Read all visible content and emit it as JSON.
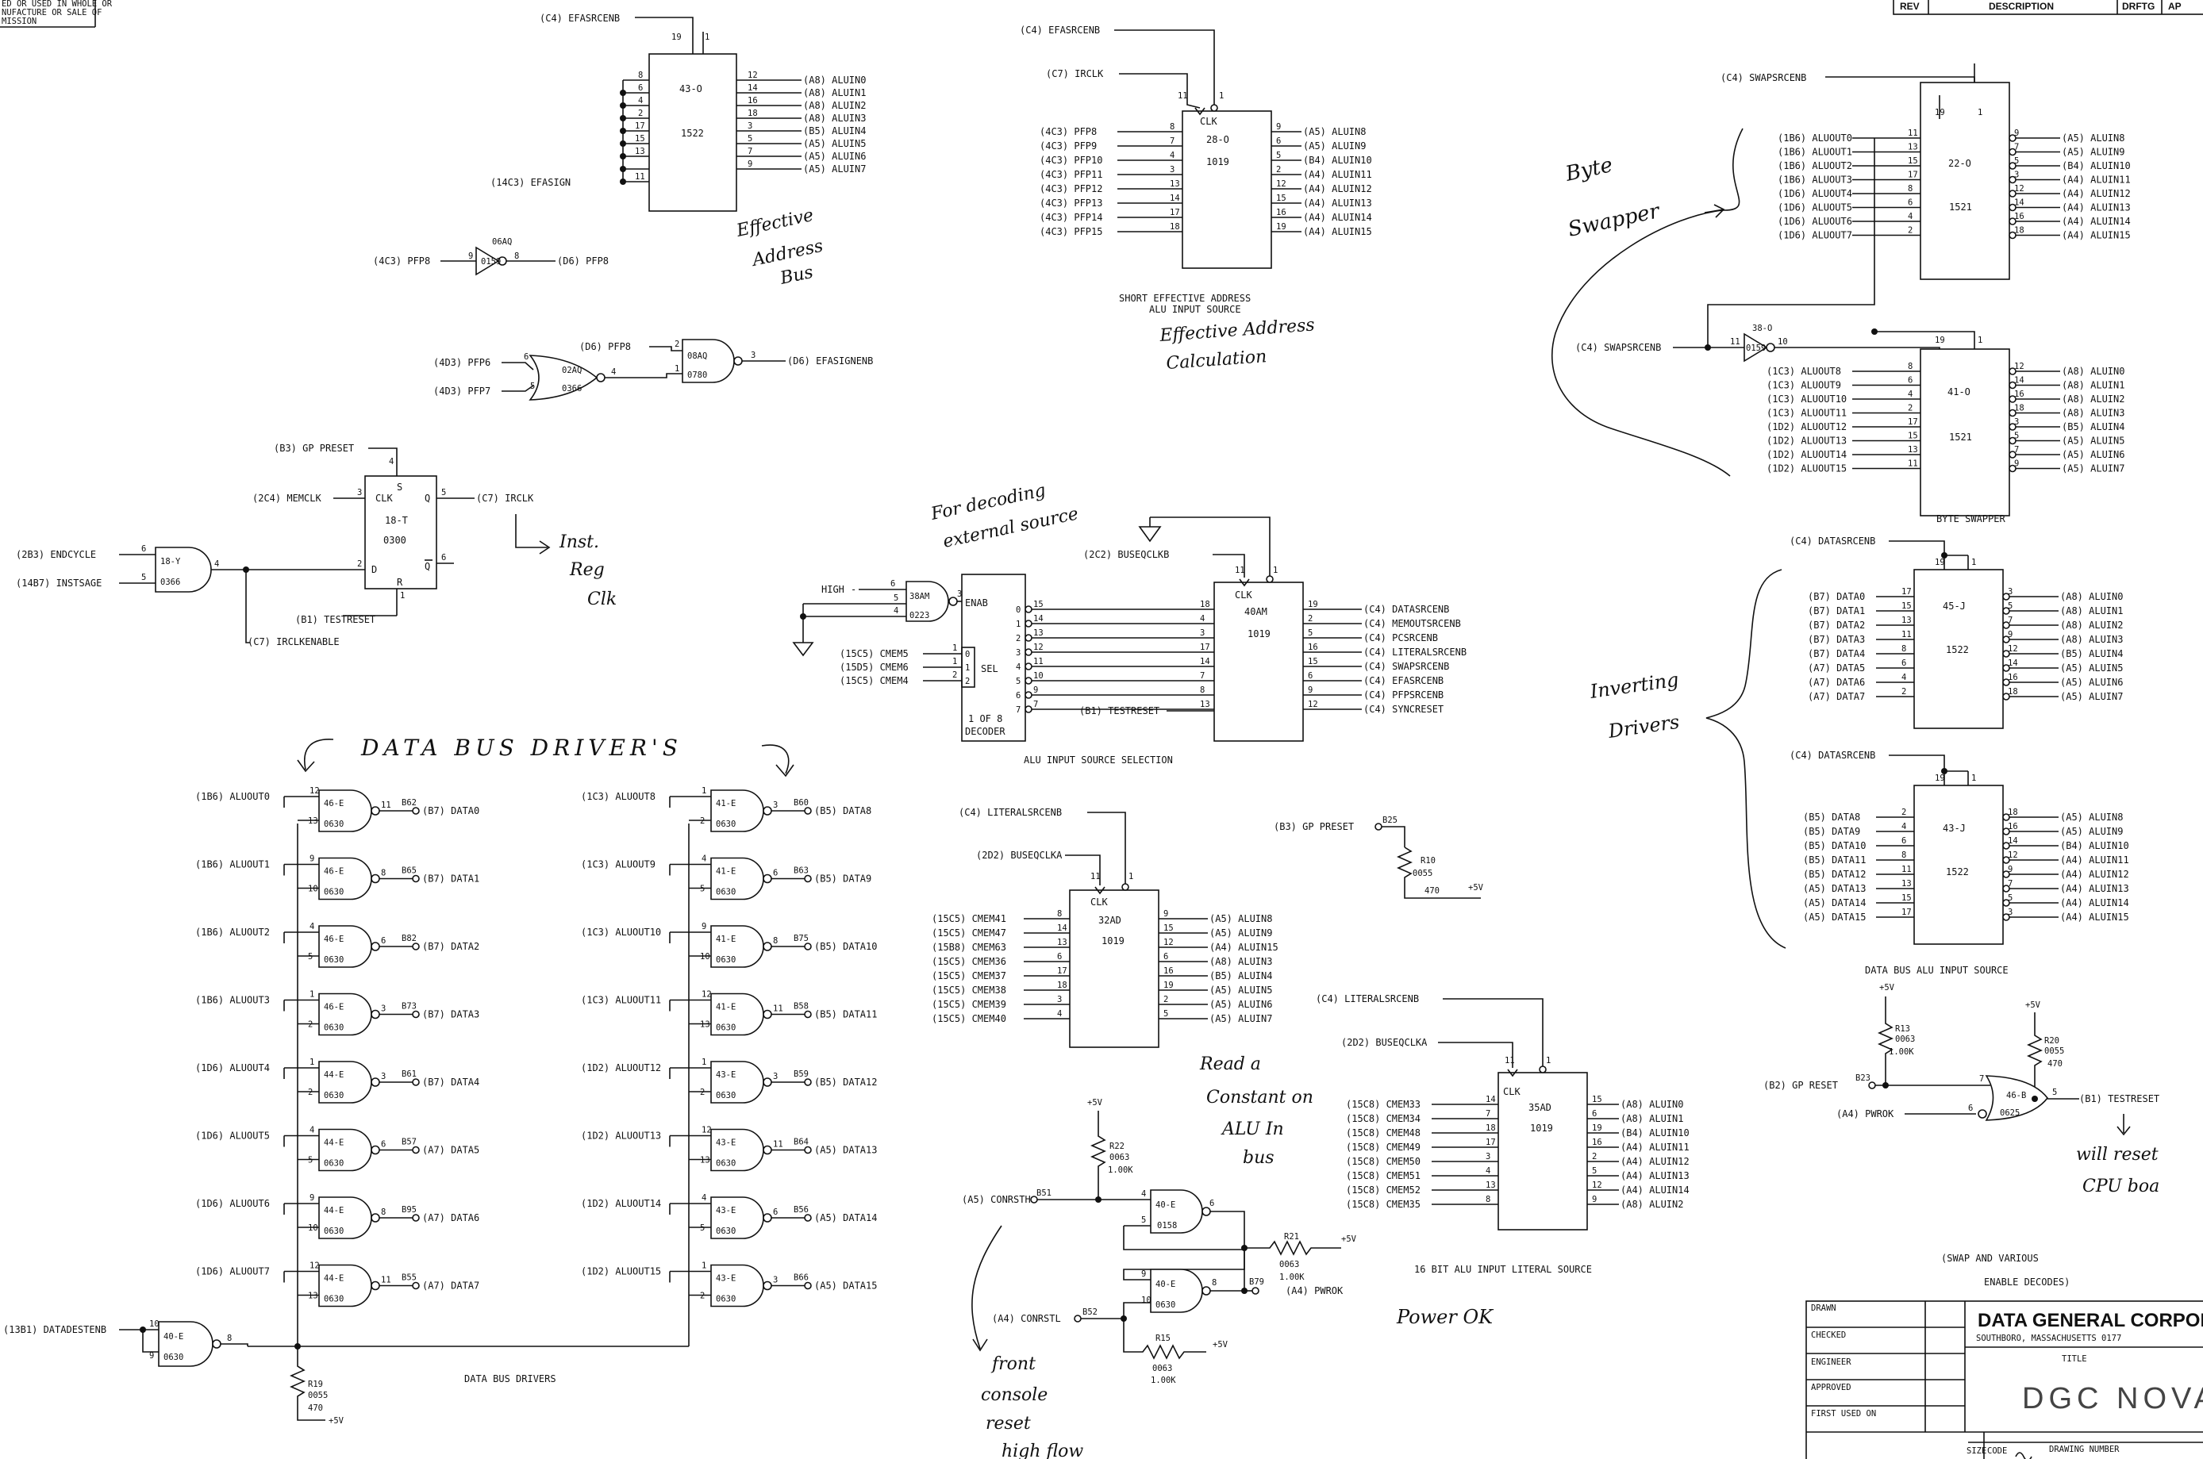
{
  "notice": [
    "ED OR USED IN WHOLE OR",
    "NUFACTURE OR SALE OF",
    "MISSION"
  ],
  "revision_block": {
    "rev": "REV",
    "description": "DESCRIPTION",
    "drftg": "DRFTG",
    "appr": "AP"
  },
  "title_block": {
    "drawn": "DRAWN",
    "checked": "CHECKED",
    "engineer": "ENGINEER",
    "approved": "APPROVED",
    "first_used_on": "FIRST USED ON",
    "company": "DATA GENERAL CORPORA",
    "address": "SOUTHBORO, MASSACHUSETTS 0177",
    "title_label": "TITLE",
    "title": "DGC NOVA",
    "size": "SIZE",
    "code": "CODE",
    "drawing_number": "DRAWING NUMBER"
  },
  "sheet_subtitle": [
    "(SWAP AND VARIOUS",
    "ENABLE DECODES)"
  ],
  "sections": {
    "short_ea": [
      "SHORT EFFECTIVE ADDRESS",
      "ALU INPUT SOURCE"
    ],
    "alu_select": "ALU INPUT SOURCE SELECTION",
    "byte_swapper": "BYTE SWAPPER",
    "data_bus_src": "DATA BUS ALU INPUT SOURCE",
    "literal_src": "16 BIT ALU INPUT LITERAL SOURCE",
    "data_bus_drivers": "DATA BUS DRIVERS"
  },
  "notes": {
    "effective_address_bus": [
      "Effective",
      "Address",
      "Bus"
    ],
    "ea_calc": [
      "Effective Address",
      "Calculation"
    ],
    "byte_swapper": [
      "Byte",
      "Swapper"
    ],
    "decoding": [
      "For decoding",
      "external source"
    ],
    "inst_reg_clk": [
      "Inst.",
      "Reg",
      "Clk"
    ],
    "data_bus_drivers": "DATA BUS DRIVER'S",
    "inverting": [
      "Inverting",
      "Drivers"
    ],
    "read_constant": [
      "Read a",
      "Constant on",
      "ALU In",
      "bus"
    ],
    "power_ok": "Power OK",
    "front_console": [
      "front",
      "console",
      "reset",
      "high flow"
    ],
    "will_reset": [
      "will reset",
      "CPU boa"
    ]
  },
  "chip_43_o": {
    "id": "43-O",
    "part": "1522",
    "en_pin": "19",
    "vcc_pin": "1",
    "enable": "(C4) EFASRCENB",
    "enable2": "(14C3) EFASIGN",
    "in_pins": [
      "8",
      "6",
      "4",
      "2",
      "17",
      "15",
      "13",
      "11"
    ],
    "out_pins": [
      "12",
      "14",
      "16",
      "18",
      "3",
      "5",
      "7",
      "9"
    ],
    "outputs": [
      "(A8) ALUIN0",
      "(A8) ALUIN1",
      "(A8) ALUIN2",
      "(A8) ALUIN3",
      "(B5) ALUIN4",
      "(A5) ALUIN5",
      "(A5) ALUIN6",
      "(A5) ALUIN7"
    ]
  },
  "inv_06aq": {
    "id": "06AQ",
    "part": "0159",
    "in": "(4C3) PFP8",
    "in_pin": "9",
    "out_pin": "8",
    "out": "(D6) PFP8"
  },
  "nor_02aq": {
    "id": "02AQ",
    "part": "0366",
    "in1": "(4D3) PFP6",
    "in2": "(4D3) PFP7",
    "pins": [
      "6",
      "5",
      "4"
    ]
  },
  "and_08aq": {
    "id": "08AQ",
    "part": "0780",
    "in1": "(D6) PFP8",
    "out": "(D6) EFASIGNENB",
    "pins": [
      "2",
      "1",
      "3"
    ]
  },
  "ff_18t": {
    "id": "18-T",
    "part": "0300",
    "preset": "(B3) GP PRESET",
    "clk": "(2C4) MEMCLK",
    "q": "(C7) IRCLK",
    "reset": "(B1) TESTRESET",
    "enable": "(C7) IRCLKENABLE",
    "pins": [
      "4",
      "3",
      "5",
      "2",
      "6",
      "1"
    ]
  },
  "and_18y": {
    "id": "18-Y",
    "part": "0366",
    "in1": "(2B3) ENDCYCLE",
    "in2": "(14B7) INSTSAGE",
    "pins": [
      "6",
      "5",
      "4"
    ]
  },
  "chip_28o": {
    "id": "28-O",
    "part": "1019",
    "clk_label": "CLK",
    "enable": "(C4) EFASRCENB",
    "clk": "(C7) IRCLK",
    "top_pins": [
      "11",
      "1"
    ],
    "inputs": [
      "(4C3) PFP8",
      "(4C3) PFP9",
      "(4C3) PFP10",
      "(4C3) PFP11",
      "(4C3) PFP12",
      "(4C3) PFP13",
      "(4C3) PFP14",
      "(4C3) PFP15"
    ],
    "in_pins": [
      "8",
      "7",
      "4",
      "3",
      "13",
      "14",
      "17",
      "18"
    ],
    "out_pins": [
      "9",
      "6",
      "5",
      "2",
      "12",
      "15",
      "16",
      "19"
    ],
    "outputs": [
      "(A5) ALUIN8",
      "(A5) ALUIN9",
      "(B4) ALUIN10",
      "(A4) ALUIN11",
      "(A4) ALUIN12",
      "(A4) ALUIN13",
      "(A4) ALUIN14",
      "(A4) ALUIN15"
    ]
  },
  "chip_22o": {
    "id": "22-O",
    "part": "1521",
    "enable": "(C4) SWAPSRCENB",
    "top_pins": [
      "19",
      "1"
    ],
    "inputs": [
      "(1B6) ALUOUT0",
      "(1B6) ALUOUT1",
      "(1B6) ALUOUT2",
      "(1B6) ALUOUT3",
      "(1D6) ALUOUT4",
      "(1D6) ALUOUT5",
      "(1D6) ALUOUT6",
      "(1D6) ALUOUT7"
    ],
    "in_pins": [
      "11",
      "13",
      "15",
      "17",
      "8",
      "6",
      "4",
      "2"
    ],
    "out_pins": [
      "9",
      "7",
      "5",
      "3",
      "12",
      "14",
      "16",
      "18"
    ],
    "outputs": [
      "(A5) ALUIN8",
      "(A5) ALUIN9",
      "(B4) ALUIN10",
      "(A4) ALUIN11",
      "(A4) ALUIN12",
      "(A4) ALUIN13",
      "(A4) ALUIN14",
      "(A4) ALUIN15"
    ]
  },
  "inv_38o": {
    "id": "38-O",
    "part": "0159",
    "in": "(C4) SWAPSRCENB",
    "pins": [
      "11",
      "10"
    ]
  },
  "chip_41o": {
    "id": "41-O",
    "part": "1521",
    "top_pins": [
      "19",
      "1"
    ],
    "inputs": [
      "(1C3) ALUOUT8",
      "(1C3) ALUOUT9",
      "(1C3) ALUOUT10",
      "(1C3) ALUOUT11",
      "(1D2) ALUOUT12",
      "(1D2) ALUOUT13",
      "(1D2) ALUOUT14",
      "(1D2) ALUOUT15"
    ],
    "in_pins": [
      "8",
      "6",
      "4",
      "2",
      "17",
      "15",
      "13",
      "11"
    ],
    "out_pins": [
      "12",
      "14",
      "16",
      "18",
      "3",
      "5",
      "7",
      "9"
    ],
    "outputs": [
      "(A8) ALUIN0",
      "(A8) ALUIN1",
      "(A8) ALUIN2",
      "(A8) ALUIN3",
      "(B5) ALUIN4",
      "(A5) ALUIN5",
      "(A5) ALUIN6",
      "(A5) ALUIN7"
    ]
  },
  "chip_45j": {
    "id": "45-J",
    "part": "1522",
    "enable": "(C4) DATASRCENB",
    "top_pins": [
      "19",
      "1"
    ],
    "inputs": [
      "(B7) DATA0",
      "(B7) DATA1",
      "(B7) DATA2",
      "(B7) DATA3",
      "(B7) DATA4",
      "(A7) DATA5",
      "(A7) DATA6",
      "(A7) DATA7"
    ],
    "in_pins": [
      "17",
      "15",
      "13",
      "11",
      "8",
      "6",
      "4",
      "2"
    ],
    "out_pins": [
      "3",
      "5",
      "7",
      "9",
      "12",
      "14",
      "16",
      "18"
    ],
    "outputs": [
      "(A8) ALUIN0",
      "(A8) ALUIN1",
      "(A8) ALUIN2",
      "(A8) ALUIN3",
      "(B5) ALUIN4",
      "(A5) ALUIN5",
      "(A5) ALUIN6",
      "(A5) ALUIN7"
    ]
  },
  "chip_43j": {
    "id": "43-J",
    "part": "1522",
    "enable": "(C4) DATASRCENB",
    "top_pins": [
      "19",
      "1"
    ],
    "inputs": [
      "(B5) DATA8",
      "(B5) DATA9",
      "(B5) DATA10",
      "(B5) DATA11",
      "(B5) DATA12",
      "(A5) DATA13",
      "(A5) DATA14",
      "(A5) DATA15"
    ],
    "in_pins": [
      "2",
      "4",
      "6",
      "8",
      "11",
      "13",
      "15",
      "17"
    ],
    "out_pins": [
      "18",
      "16",
      "14",
      "12",
      "9",
      "7",
      "5",
      "3"
    ],
    "outputs": [
      "(A5) ALUIN8",
      "(A5) ALUIN9",
      "(B4) ALUIN10",
      "(A4) ALUIN11",
      "(A4) ALUIN12",
      "(A4) ALUIN13",
      "(A4) ALUIN14",
      "(A4) ALUIN15"
    ]
  },
  "chip_38am": {
    "id": "38AM",
    "part": "0223",
    "in1": "HIGH",
    "pins": [
      "6",
      "5",
      "4",
      "3"
    ]
  },
  "decoder": {
    "enab": "ENAB",
    "sel": "SEL",
    "label": [
      "1 OF 8",
      "DECODER"
    ],
    "sel_inputs": [
      "(15C5) CMEM5",
      "(15D5) CMEM6",
      "(15C5) CMEM4"
    ],
    "sel_pins": [
      "1",
      "1",
      "2"
    ],
    "sel_bits": [
      "0",
      "1",
      "2"
    ],
    "out_bits": [
      "0",
      "1",
      "2",
      "3",
      "4",
      "5",
      "6",
      "7"
    ],
    "out_pins": [
      "15",
      "14",
      "13",
      "12",
      "11",
      "10",
      "9",
      "7"
    ]
  },
  "chip_40am": {
    "id": "40AM",
    "part": "1019",
    "clk_label": "CLK",
    "clk": "(2C2) BUSEQCLKB",
    "reset": "(B1) TESTRESET",
    "top_pins": [
      "11",
      "1"
    ],
    "in_pins": [
      "18",
      "4",
      "3",
      "17",
      "14",
      "7",
      "8",
      "13"
    ],
    "out_pins": [
      "19",
      "2",
      "5",
      "16",
      "15",
      "6",
      "9",
      "12"
    ],
    "outputs": [
      "(C4) DATASRCENB",
      "(C4) MEMOUTSRCENB",
      "(C4) PCSRCENB",
      "(C4) LITERALSRCENB",
      "(C4) SWAPSRCENB",
      "(C4) EFASRCENB",
      "(C4) PFPSRCENB",
      "(C4) SYNCRESET"
    ]
  },
  "chip_32ad": {
    "id": "32AD",
    "part": "1019",
    "clk_label": "CLK",
    "enable": "(C4) LITERALSRCENB",
    "clk": "(2D2) BUSEQCLKA",
    "top_pins": [
      "11",
      "1"
    ],
    "inputs": [
      "(15C5) CMEM41",
      "(15C5) CMEM47",
      "(15B8) CMEM63",
      "(15C5) CMEM36",
      "(15C5) CMEM37",
      "(15C5) CMEM38",
      "(15C5) CMEM39",
      "(15C5) CMEM40"
    ],
    "in_pins": [
      "8",
      "14",
      "13",
      "6",
      "17",
      "18",
      "3",
      "4"
    ],
    "out_pins": [
      "9",
      "15",
      "12",
      "6",
      "16",
      "19",
      "2",
      "5"
    ],
    "outputs": [
      "(A5) ALUIN8",
      "(A5) ALUIN9",
      "(A4) ALUIN15",
      "(A8) ALUIN3",
      "(B5) ALUIN4",
      "(A5) ALUIN5",
      "(A5) ALUIN6",
      "(A5) ALUIN7"
    ]
  },
  "chip_35ad": {
    "id": "35AD",
    "part": "1019",
    "clk_label": "CLK",
    "enable": "(C4) LITERALSRCENB",
    "clk": "(2D2) BUSEQCLKA",
    "top_pins": [
      "11",
      "1"
    ],
    "inputs": [
      "(15C8) CMEM33",
      "(15C8) CMEM34",
      "(15C8) CMEM48",
      "(15C8) CMEM49",
      "(15C8) CMEM50",
      "(15C8) CMEM51",
      "(15C8) CMEM52",
      "(15C8) CMEM35"
    ],
    "in_pins": [
      "14",
      "7",
      "18",
      "17",
      "3",
      "4",
      "13",
      "8"
    ],
    "out_pins": [
      "15",
      "6",
      "19",
      "16",
      "2",
      "5",
      "12",
      "9"
    ],
    "outputs": [
      "(A8) ALUIN0",
      "(A8) ALUIN1",
      "(B4) ALUIN10",
      "(A4) ALUIN11",
      "(A4) ALUIN12",
      "(A4) ALUIN13",
      "(A4) ALUIN14",
      "(A8) ALUIN2"
    ]
  },
  "gp_preset": {
    "label": "(B3) GP PRESET",
    "node": "B25",
    "resistor": "R10",
    "part": "0055",
    "value": "470",
    "vcc": "+5V"
  },
  "conrst": {
    "in_hi": "(A5) CONRSTH",
    "node_hi": "B51",
    "in_lo": "(A4) CONRSTL",
    "node_lo": "B52",
    "g1": {
      "id": "40-E",
      "part": "0158",
      "pins": [
        "4",
        "5",
        "6"
      ]
    },
    "g2": {
      "id": "40-E",
      "part": "0630",
      "pins": [
        "9",
        "10",
        "8"
      ]
    },
    "r22": {
      "ref": "R22",
      "part": "0063",
      "value": "1.00K",
      "vcc": "+5V"
    },
    "r21": {
      "ref": "R21",
      "part": "0063",
      "value": "1.00K",
      "vcc": "+5V"
    },
    "r15": {
      "ref": "R15",
      "part": "0063",
      "value": "1.00K",
      "vcc": "+5V"
    },
    "out_node": "B79",
    "out": "(A4) PWROK"
  },
  "reset_gate": {
    "id": "46-B",
    "part": "0625",
    "in1": "(B2) GP RESET",
    "in1_node": "B23",
    "in2": "(A4) PWROK",
    "pins": [
      "7",
      "6",
      "5"
    ],
    "out": "(B1) TESTRESET",
    "r13": {
      "ref": "R13",
      "part": "0063",
      "value": "1.00K",
      "vcc": "+5V"
    },
    "r20": {
      "ref": "R20",
      "part": "0055",
      "value": "470",
      "vcc": "+5V"
    }
  },
  "drivers_left": [
    {
      "in": "(1B6) ALUOUT0",
      "chip": "46-E",
      "part": "0630",
      "p1": "12",
      "p2": "13",
      "po": "11",
      "node": "B62",
      "out": "(B7) DATA0"
    },
    {
      "in": "(1B6) ALUOUT1",
      "chip": "46-E",
      "part": "0630",
      "p1": "9",
      "p2": "10",
      "po": "8",
      "node": "B65",
      "out": "(B7) DATA1"
    },
    {
      "in": "(1B6) ALUOUT2",
      "chip": "46-E",
      "part": "0630",
      "p1": "4",
      "p2": "5",
      "po": "6",
      "node": "B82",
      "out": "(B7) DATA2"
    },
    {
      "in": "(1B6) ALUOUT3",
      "chip": "46-E",
      "part": "0630",
      "p1": "1",
      "p2": "2",
      "po": "3",
      "node": "B73",
      "out": "(B7) DATA3"
    },
    {
      "in": "(1D6) ALUOUT4",
      "chip": "44-E",
      "part": "0630",
      "p1": "1",
      "p2": "2",
      "po": "3",
      "node": "B61",
      "out": "(B7) DATA4"
    },
    {
      "in": "(1D6) ALUOUT5",
      "chip": "44-E",
      "part": "0630",
      "p1": "4",
      "p2": "5",
      "po": "6",
      "node": "B57",
      "out": "(A7) DATA5"
    },
    {
      "in": "(1D6) ALUOUT6",
      "chip": "44-E",
      "part": "0630",
      "p1": "9",
      "p2": "10",
      "po": "8",
      "node": "B95",
      "out": "(A7) DATA6"
    },
    {
      "in": "(1D6) ALUOUT7",
      "chip": "44-E",
      "part": "0630",
      "p1": "12",
      "p2": "13",
      "po": "11",
      "node": "B55",
      "out": "(A7) DATA7"
    }
  ],
  "drivers_right": [
    {
      "in": "(1C3) ALUOUT8",
      "chip": "41-E",
      "part": "0630",
      "p1": "1",
      "p2": "2",
      "po": "3",
      "node": "B60",
      "out": "(B5) DATA8"
    },
    {
      "in": "(1C3) ALUOUT9",
      "chip": "41-E",
      "part": "0630",
      "p1": "4",
      "p2": "5",
      "po": "6",
      "node": "B63",
      "out": "(B5) DATA9"
    },
    {
      "in": "(1C3) ALUOUT10",
      "chip": "41-E",
      "part": "0630",
      "p1": "9",
      "p2": "10",
      "po": "8",
      "node": "B75",
      "out": "(B5) DATA10"
    },
    {
      "in": "(1C3) ALUOUT11",
      "chip": "41-E",
      "part": "0630",
      "p1": "12",
      "p2": "13",
      "po": "11",
      "node": "B58",
      "out": "(B5) DATA11"
    },
    {
      "in": "(1D2) ALUOUT12",
      "chip": "43-E",
      "part": "0630",
      "p1": "1",
      "p2": "2",
      "po": "3",
      "node": "B59",
      "out": "(B5) DATA12"
    },
    {
      "in": "(1D2) ALUOUT13",
      "chip": "43-E",
      "part": "0630",
      "p1": "12",
      "p2": "13",
      "po": "11",
      "node": "B64",
      "out": "(A5) DATA13"
    },
    {
      "in": "(1D2) ALUOUT14",
      "chip": "43-E",
      "part": "0630",
      "p1": "4",
      "p2": "5",
      "po": "6",
      "node": "B56",
      "out": "(A5) DATA14"
    },
    {
      "in": "(1D2) ALUOUT15",
      "chip": "43-E",
      "part": "0630",
      "p1": "1",
      "p2": "2",
      "po": "3",
      "node": "B66",
      "out": "(A5) DATA15"
    }
  ],
  "dest_gate": {
    "in": "(13B1) DATADESTENB",
    "id": "40-E",
    "part": "0630",
    "pins": [
      "10",
      "9",
      "8"
    ],
    "r19": {
      "ref": "R19",
      "part": "0055",
      "value": "470",
      "vcc": "+5V"
    }
  }
}
